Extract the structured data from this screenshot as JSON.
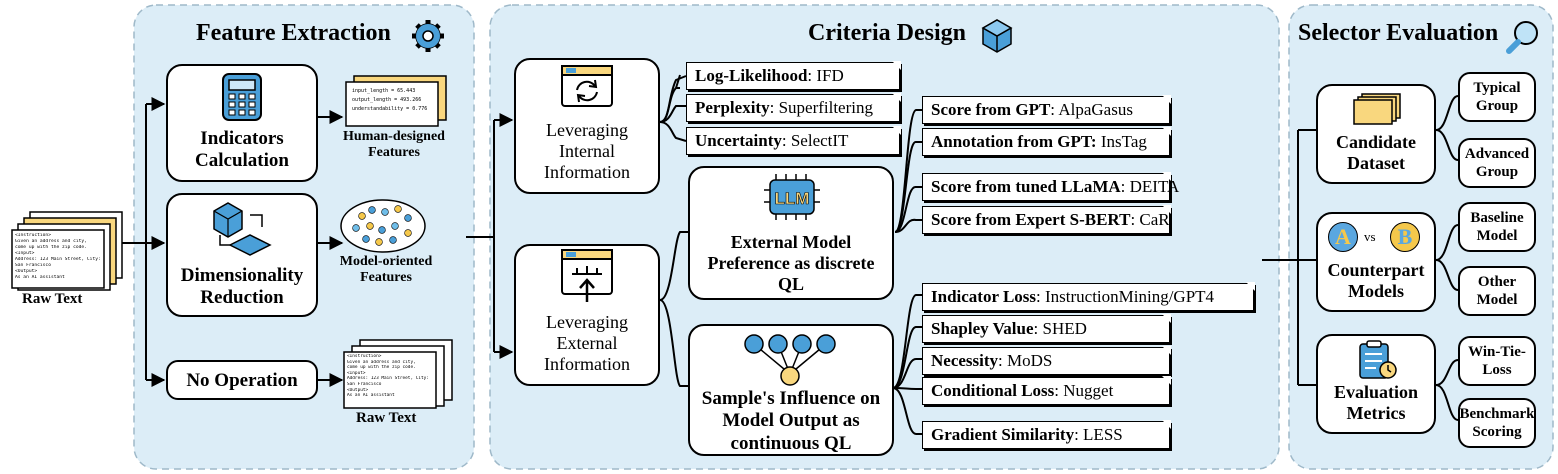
{
  "panels": {
    "feature_extraction": "Feature Extraction",
    "criteria_design": "Criteria Design",
    "selector_evaluation": "Selector Evaluation"
  },
  "raw_text_input": {
    "label": "Raw Text",
    "doc_lines": [
      "<Instruction>",
      "Given an address and city,",
      "come up with the zip code.",
      "<Input>",
      "Address: 123 Main Street, City:",
      "San Francisco",
      "<Output>",
      "As an AI assistant"
    ]
  },
  "feature_extraction": {
    "indicators": "Indicators Calculation",
    "dimensionality": "Dimensionality Reduction",
    "no_operation": "No Operation",
    "human_features": "Human-designed Features",
    "model_features": "Model-oriented Features",
    "raw_text_out": "Raw Text",
    "indicator_doc_lines": [
      "input_length = 65.443",
      "output_length = 493.266",
      "understandability = 0.776"
    ],
    "raw_doc_lines": [
      "<Instruction>",
      "Given an address and city,",
      "come up with the zip code.",
      "<Input>",
      "Address: 123 Main Street, City:",
      "San Francisco",
      "<Output>",
      "As an AI assistant"
    ]
  },
  "criteria_design": {
    "internal": "Leveraging Internal Information",
    "external": "Leveraging External Information",
    "discrete": "External Model Preference as discrete QL",
    "continuous": "Sample's Influence on Model Output as continuous QL",
    "llm_icon_text": "LLM",
    "internal_leaves": [
      {
        "key": "Log-Likelihood",
        "value": "IFD"
      },
      {
        "key": "Perplexity",
        "value": "Superfiltering"
      },
      {
        "key": "Uncertainty",
        "value": "SelectIT"
      }
    ],
    "discrete_leaves": [
      {
        "key": "Score from GPT",
        "value": "AlpaGasus"
      },
      {
        "key": "Annotation from GPT:",
        "value": "InsTag"
      },
      {
        "key": "Score from tuned LLaMA",
        "value": "DEITA"
      },
      {
        "key": "Score from Expert S-BERT",
        "value": "CaR"
      }
    ],
    "continuous_leaves": [
      {
        "key": "Indicator Loss",
        "value": "InstructionMining/GPT4"
      },
      {
        "key": "Shapley Value",
        "value": "SHED"
      },
      {
        "key": "Necessity",
        "value": "MoDS"
      },
      {
        "key": "Conditional Loss",
        "value": "Nugget"
      },
      {
        "key": "Gradient Similarity",
        "value": "LESS"
      }
    ]
  },
  "selector_evaluation": {
    "candidate": "Candidate Dataset",
    "counterpart": "Counterpart Models",
    "metrics": "Evaluation Metrics",
    "vs": "vs",
    "badge_a": "A",
    "badge_b": "B",
    "typical": "Typical Group",
    "advanced": "Advanced Group",
    "baseline": "Baseline Model",
    "other": "Other Model",
    "win_tie_loss": "Win-Tie-Loss",
    "benchmark": "Benchmark Scoring"
  },
  "colors": {
    "panel_fill": "#dcedf7",
    "panel_border": "#9fb9c9",
    "accent_yellow": "#f9d77e",
    "accent_blue": "#4a9fd8",
    "badge_blue": "#5aa7e0",
    "badge_yellow": "#f5c84b"
  },
  "icons": [
    "gear-icon",
    "cube-icon",
    "magnifier-icon",
    "calculator-icon",
    "rubik-cube-icon",
    "refresh-window-icon",
    "upload-window-icon",
    "llm-chip-icon",
    "graph-nodes-icon",
    "document-stack-icon",
    "clipboard-clock-icon"
  ]
}
